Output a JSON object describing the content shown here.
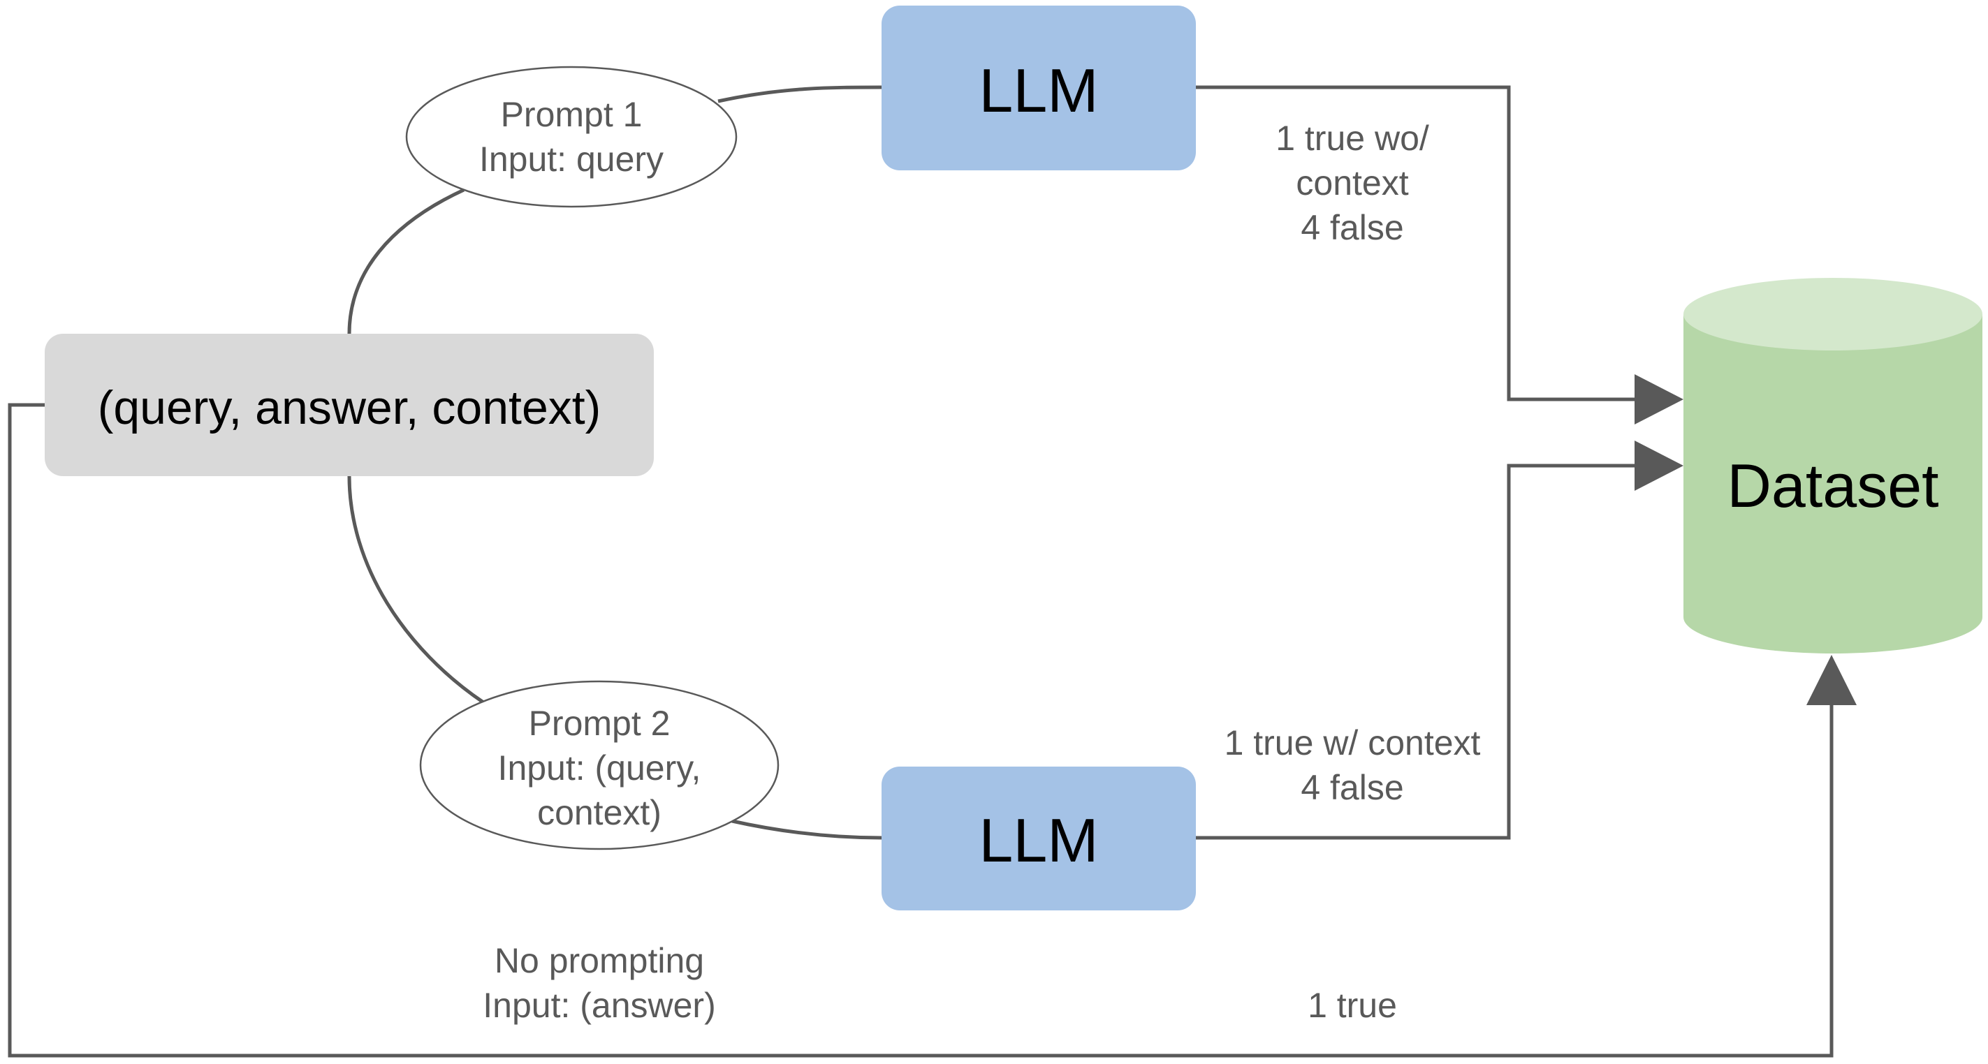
{
  "nodes": {
    "source": {
      "text": "(query, answer, context)",
      "color": "#d9d9d9"
    },
    "llm_top": {
      "text": "LLM",
      "color": "#a4c2e6"
    },
    "llm_bottom": {
      "text": "LLM",
      "color": "#a4c2e6"
    },
    "dataset": {
      "text": "Dataset",
      "color": "#b6d7a8",
      "top_color": "#d4e8cc"
    },
    "prompt1": {
      "line1": "Prompt 1",
      "line2": "Input: query"
    },
    "prompt2": {
      "line1": "Prompt 2",
      "line2": "Input: (query,",
      "line3": "context)"
    }
  },
  "edges": {
    "top_label": {
      "line1": "1 true wo/",
      "line2": "context",
      "line3": "4 false"
    },
    "bottom_label": {
      "line1": "1 true w/ context",
      "line2": "4 false"
    },
    "no_prompt_label": {
      "line1": "No prompting",
      "line2": "Input: (answer)"
    },
    "direct_label": {
      "line1": "1 true"
    }
  },
  "colors": {
    "line": "#595959",
    "text": "#595959"
  }
}
